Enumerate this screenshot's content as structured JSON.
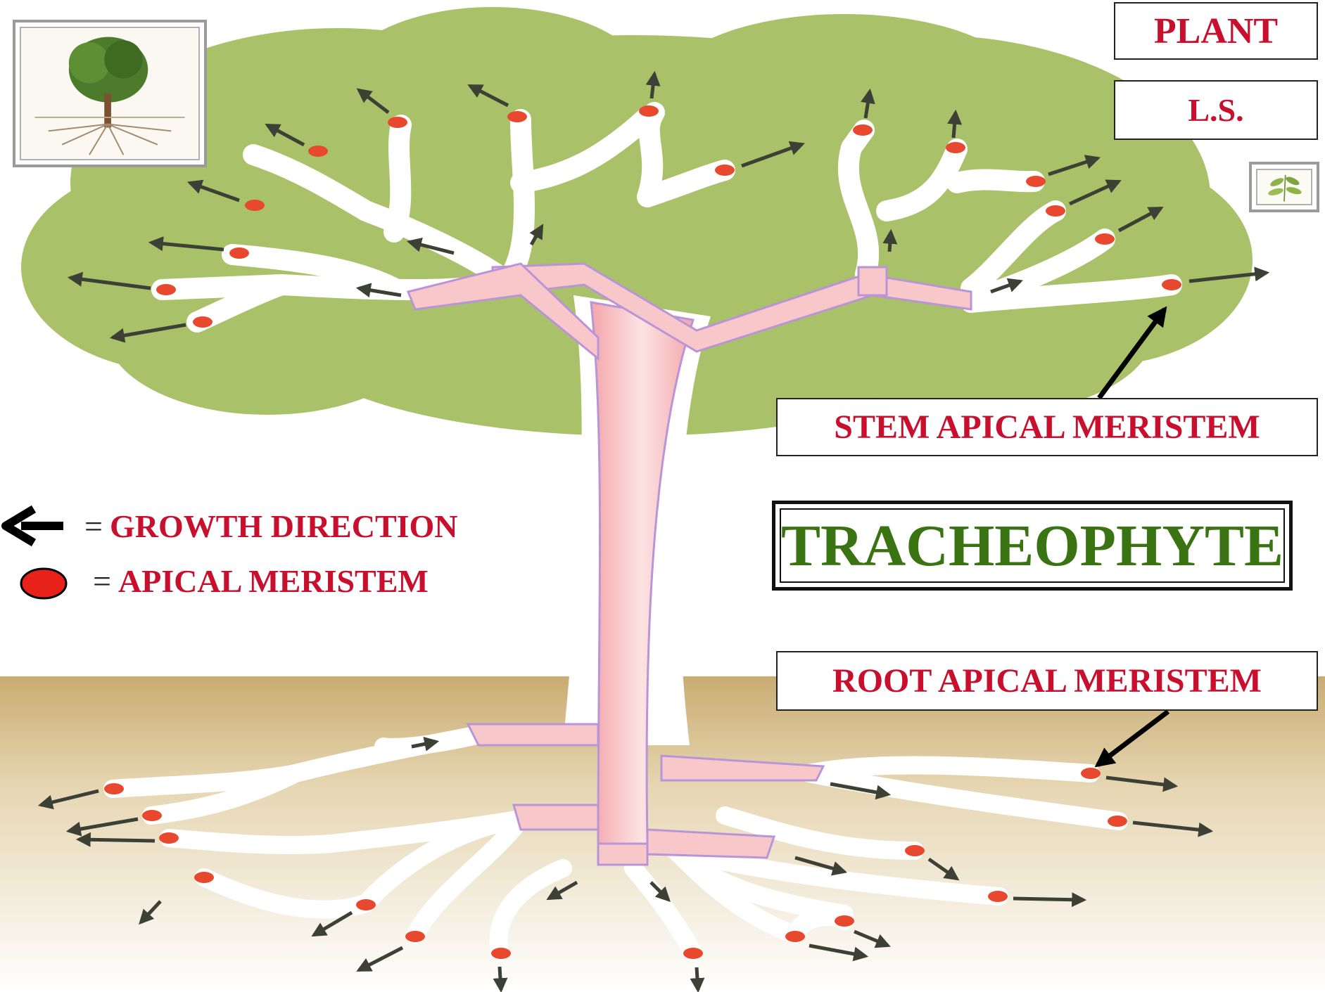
{
  "labels": {
    "plant": "PLANT",
    "ls": "L.S.",
    "stem_apical_meristem": "STEM APICAL MERISTEM",
    "root_apical_meristem": "ROOT APICAL MERISTEM",
    "title": "TRACHEOPHYTE"
  },
  "legend": {
    "growth_equals": "=",
    "growth_label": "GROWTH DIRECTION",
    "apical_equals": "=",
    "apical_label": "APICAL MERISTEM"
  },
  "colors": {
    "foliage": "#a9c168",
    "soil": "#c4aa74",
    "xylem": "#f6b6b8",
    "phloem": "#b995d8",
    "meristem": "#e8492e",
    "label_text": "#c8102e",
    "title_text": "#3a7311",
    "arrow": "#3c4035"
  },
  "icons": {
    "tree_thumbnail": "tree-with-roots-icon",
    "plant_thumbnail": "leafy-plant-icon"
  }
}
